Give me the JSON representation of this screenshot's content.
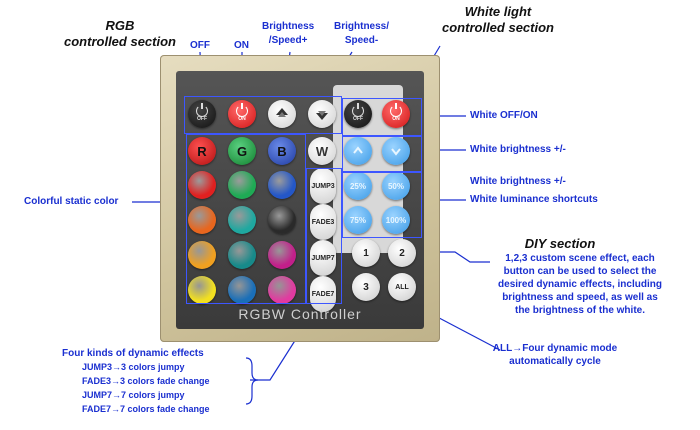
{
  "labels": {
    "rgb_section": "RGB\ncontrolled section",
    "off": "OFF",
    "on": "ON",
    "brightness_speed_plus": "Brightness\n/Speed+",
    "brightness_speed_minus": "Brightness/\nSpeed-",
    "white_section": "White light\ncontrolled section",
    "white_off_on": "White OFF/ON",
    "white_brightness_1": "White brightness +/-",
    "white_brightness_2": "White brightness +/-",
    "white_luminance": "White luminance shortcuts",
    "colorful_static": "Colorful static color",
    "diy_title": "DIY section",
    "diy_text": "1,2,3 custom scene effect, each\nbutton can be used to select the\ndesired dynamic effects, including\nbrightness and speed, as well as\nthe brightness of the white.",
    "all_text": "ALL→Four dynamic mode\nautomatically cycle",
    "dynamic_title": "Four kinds of dynamic effects",
    "dyn_jump3": "JUMP3→3 colors jumpy",
    "dyn_fade3": "FADE3→3 colors fade change",
    "dyn_jump7": "JUMP7→7 colors jumpy",
    "dyn_fade7": "FADE7→7 colors fade change"
  },
  "remote": {
    "name": "RGBW Controller",
    "buttons": {
      "off": "OFF",
      "on": "ON",
      "r": "R",
      "g": "G",
      "b": "B",
      "w": "W",
      "jump3": "JUMP3",
      "fade3": "FADE3",
      "jump7": "JUMP7",
      "fade7": "FADE7",
      "w_off": "OFF",
      "w_on": "ON",
      "p25": "25%",
      "p50": "50%",
      "p75": "75%",
      "p100": "100%",
      "d1": "1",
      "d2": "2",
      "d3": "3",
      "all": "ALL"
    },
    "colors": {
      "row1": [
        "#e02020",
        "#1faa55",
        "#2457c8"
      ],
      "row2": [
        "#e8661e",
        "#1fa8a0",
        "#2a2a2a"
      ],
      "row3": [
        "#f0a020",
        "#178a8a",
        "#c21f8a"
      ],
      "row4": [
        "#f2e020",
        "#1a6fb8",
        "#e23aa0"
      ]
    },
    "colors_row0": [
      "#cc1f1f",
      "#1a9a3a",
      "#2848b8"
    ]
  }
}
